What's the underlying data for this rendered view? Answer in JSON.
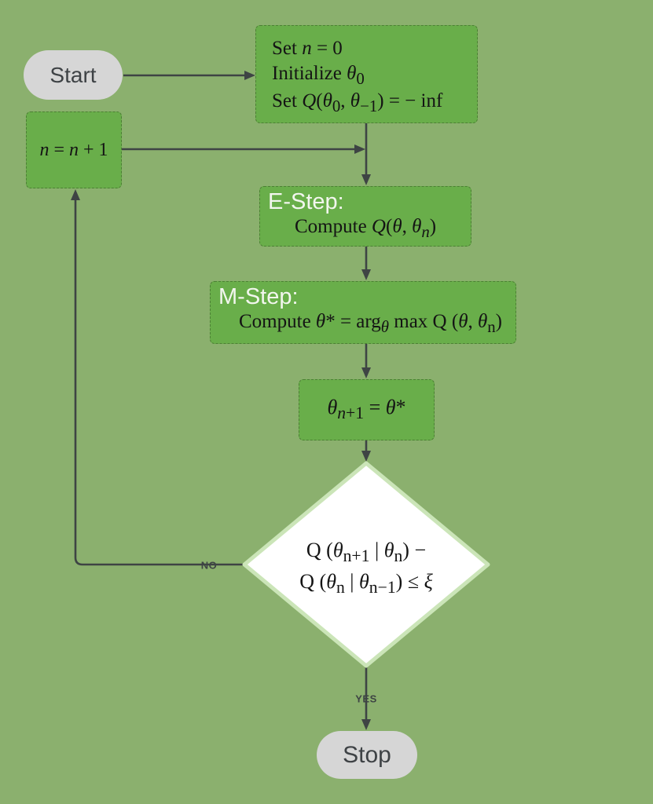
{
  "colors": {
    "background": "#8bb06e",
    "node-green": "#69ae4a",
    "pill-gray": "#d6d6d6",
    "pill-text": "#3e4245",
    "diamond-fill": "#ffffff",
    "diamond-border": "#cbe5b8",
    "line": "#3e4444"
  },
  "nodes": {
    "start": {
      "label": "Start"
    },
    "init": {
      "line1": "Set <i>n</i> = 0",
      "line2": "Initialize <i>θ</i><sub>0</sub>",
      "line3": "Set <i>Q</i>(<i>θ</i><sub>0</sub>, <i>θ</i><sub>−1</sub>) = − inf"
    },
    "increment": {
      "formula": "<i>n</i> = <i>n</i> + 1"
    },
    "e_step": {
      "title": "E-Step:",
      "formula": "Compute <i>Q</i>(<i>θ</i>, <i>θ<sub>n</sub></i>)"
    },
    "m_step": {
      "title": "M-Step:",
      "formula": "Compute <i>θ</i>* = arg<sub><i>θ</i></sub> max Q (<i>θ</i>, <i>θ</i><sub>n</sub>)"
    },
    "update": {
      "formula": "<i>θ</i><sub><i>n</i>+1</sub> = <i>θ</i>*"
    },
    "decision": {
      "line1": "Q (<i>θ</i><sub>n+1</sub> | <i>θ</i><sub>n</sub>) −",
      "line2": "Q (<i>θ</i><sub>n</sub> | <i>θ</i><sub>n−1</sub>) ≤ <i>ξ</i>"
    },
    "stop": {
      "label": "Stop"
    }
  },
  "edges": {
    "no_label": "NO",
    "yes_label": "YES"
  }
}
